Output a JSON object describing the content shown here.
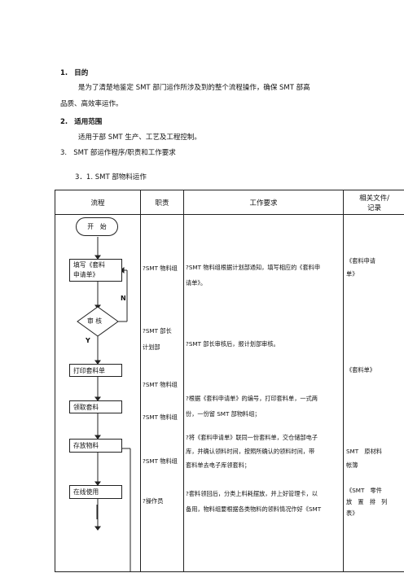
{
  "sections": [
    {
      "num": "1.",
      "title": "目的",
      "body_line1": "是为了清楚地鉴定 SMT 部门运作所涉及到的整个流程操作，确保 SMT 部高",
      "body_line2": "品质、高效率运作。"
    },
    {
      "num": "2.",
      "title": "适用范围",
      "body_line1": "适用于部 SMT 生产、工艺及工程控制。"
    },
    {
      "num": "3.",
      "title": "SMT 部运作程序/职责和工作要求"
    }
  ],
  "subsection": "3．1. SMT 部物料运作",
  "table": {
    "headers": {
      "flow": "流程",
      "duty": "职责",
      "req": "工作要求",
      "docs_line1": "相关文件/",
      "docs_line2": "记录"
    },
    "flow": {
      "start": "开　始",
      "fill_line1": "填写《套料",
      "fill_line2": "申请单》",
      "review": "审 核",
      "no_label": "N",
      "yes_label": "Y",
      "print": "打印套料单",
      "collect": "领取套料",
      "store": "存放物料",
      "online": "在线使用"
    },
    "duties": {
      "d1": "?SMT 物料组",
      "d2_line1": "?SMT 部长",
      "d2_line2": "计划部",
      "d3": "?SMT 物料组",
      "d4": "?SMT 物料组",
      "d5": "?SMT 物料组",
      "d6": "?操作员"
    },
    "requirements": {
      "r1_line1": "?SMT 物料组根据计划部通知，填写相应的《套料申",
      "r1_line2": "请单》。",
      "r2": "?SMT 部长审核后，报计划部审核。",
      "r3_line1": "?根据《套料申请单》的编号，打印套料单，一式两",
      "r3_line2": "份，一份留 SMT 部物料组；",
      "r4_line1": "?将《套料申请单》联同一份套料单，交仓储部电子",
      "r4_line2": "库，并确认领料时间，按照所确认的领料时间，带",
      "r4_line3": "套料单去电子库领套料；",
      "r5_line1": "?套料领回后，分类上料耗摆放，并上好管理卡，以",
      "r5_line2": "备用，物料组要根据各类物料的领料情况作好《SMT"
    },
    "documents": {
      "doc1_line1": "《套料申请",
      "doc1_line2": "单》",
      "doc2": "《套料单》",
      "doc3_line1": "SMT　原材料",
      "doc3_line2": "帐簿",
      "doc4_line1": "《SMT　零件",
      "doc4_line2": "放　置　排　列",
      "doc4_line3": "表》"
    }
  }
}
